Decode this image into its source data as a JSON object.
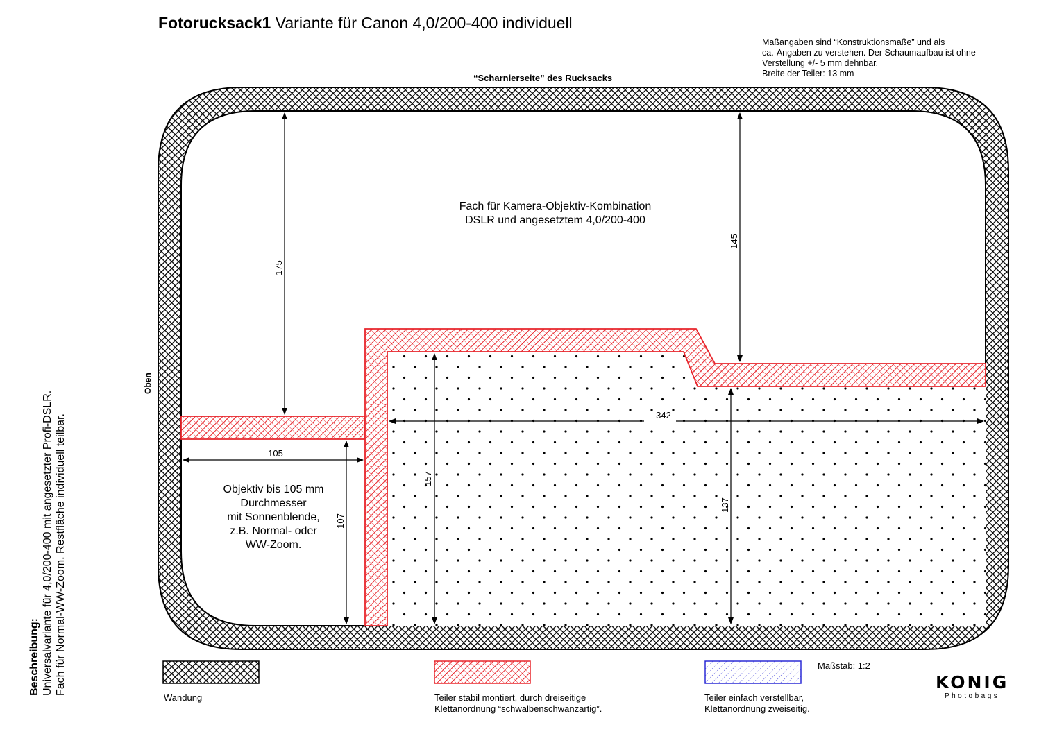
{
  "header": {
    "title_bold": "Fotorucksack1",
    "title_rest": " Variante für Canon 4,0/200-400 individuell"
  },
  "note": [
    "Maßangaben sind “Konstruktionsmaße” und als",
    "ca.-Angaben zu verstehen. Der Schaumaufbau ist ohne",
    "Verstellung +/- 5 mm dehnbar.",
    "Breite der Teiler: 13 mm"
  ],
  "labels": {
    "hinge": "“Scharnierseite” des Rucksacks",
    "top": "Oben"
  },
  "description": {
    "heading": "Beschreibung:",
    "lines": [
      "Universalvariante für 4,0/200-400 mit angesetzter Profi-DSLR.",
      "Fach für Normal-WW-Zoom. Restfläche individuell teilbar."
    ]
  },
  "compartments": {
    "camera": [
      "Fach für Kamera-Objektiv-Kombination",
      "DSLR und angesetztem 4,0/200-400"
    ],
    "lens": [
      "Objektiv bis 105 mm",
      "Durchmesser",
      "mit Sonnenblende,",
      "z.B. Normal- oder",
      "WW-Zoom."
    ]
  },
  "dimensions": {
    "d175": "175",
    "d145": "145",
    "d105": "105",
    "d107": "107",
    "d157": "157",
    "d342": "342",
    "d137": "137"
  },
  "legend": {
    "wall": [
      "Wandung"
    ],
    "fixed": [
      "Teiler stabil montiert, durch dreiseitige",
      "Klettanordnung “schwalbenschwanzartig”."
    ],
    "adjustable": [
      "Teiler einfach verstellbar,",
      "Klettanordnung zweiseitig."
    ],
    "scale": "Maßstab: 1:2"
  },
  "logo": {
    "name": "KONIG",
    "sub": "Photobags"
  },
  "colors": {
    "wall": "#000000",
    "fixed_divider": "#e8262c",
    "adjustable_divider": "#2b2bd6",
    "dots": "#000000"
  }
}
